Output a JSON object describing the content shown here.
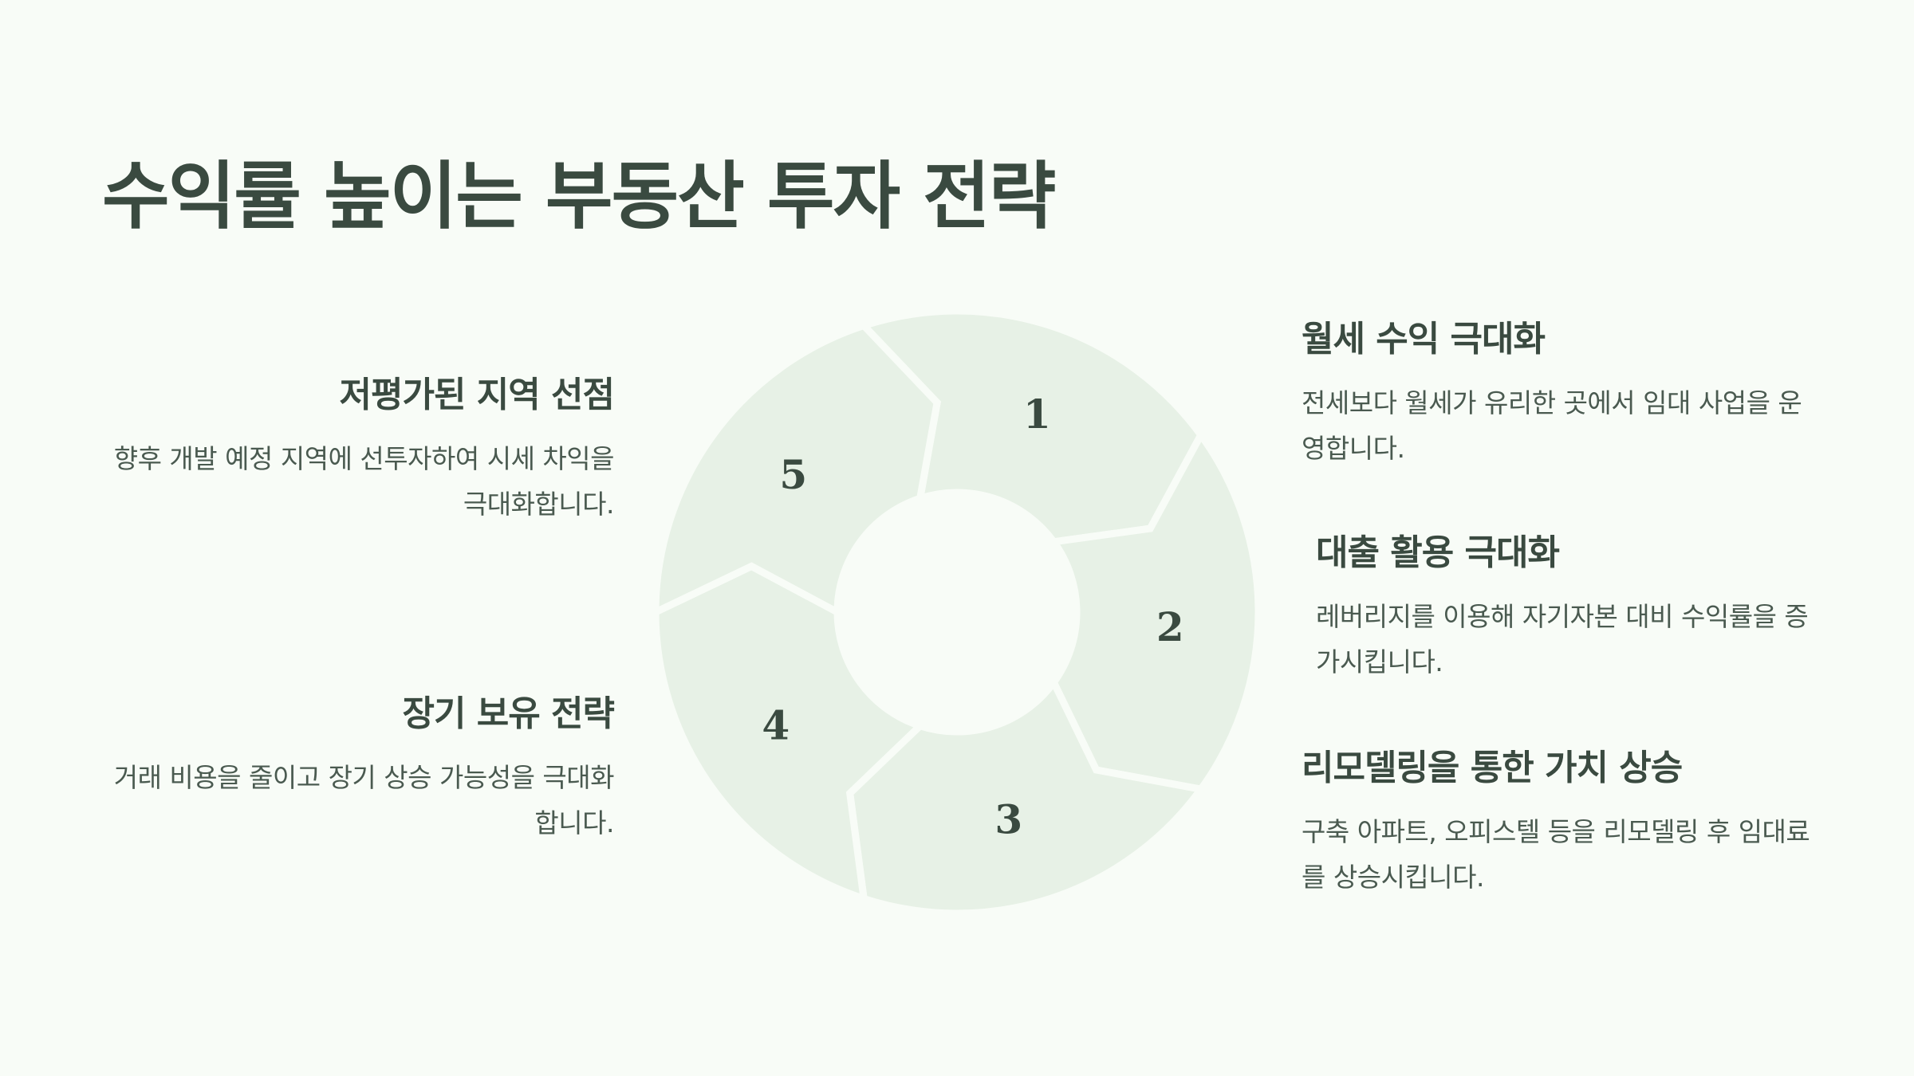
{
  "title": "수익률 높이는 부동산 투자 전략",
  "steps": [
    {
      "number": "1",
      "heading": "저평가된 지역 선점",
      "text": "향후 개발 예정 지역에 선투자하여 시세 차익을 극대화합니다."
    },
    {
      "number": "2",
      "heading": "월세 수익 극대화",
      "text": "전세보다 월세가 유리한 곳에서 임대 사업을 운영합니다."
    },
    {
      "number": "3",
      "heading": "대출 활용 극대화",
      "text": "레버리지를 이용해 자기자본 대비 수익률을 증가시킵니다."
    },
    {
      "number": "4",
      "heading": "리모델링을 통한 가치 상승",
      "text": "구축 아파트, 오피스텔 등을 리모델링 후 임대료를 상승시킵니다."
    },
    {
      "number": "5",
      "heading": "장기 보유 전략",
      "text": "거래 비용을 줄이고 장기 상승 가능성을 극대화합니다."
    }
  ],
  "colors": {
    "background": "#f8fcf7",
    "segment_fill": "#e7f1e6",
    "text": "#3a4a40"
  }
}
